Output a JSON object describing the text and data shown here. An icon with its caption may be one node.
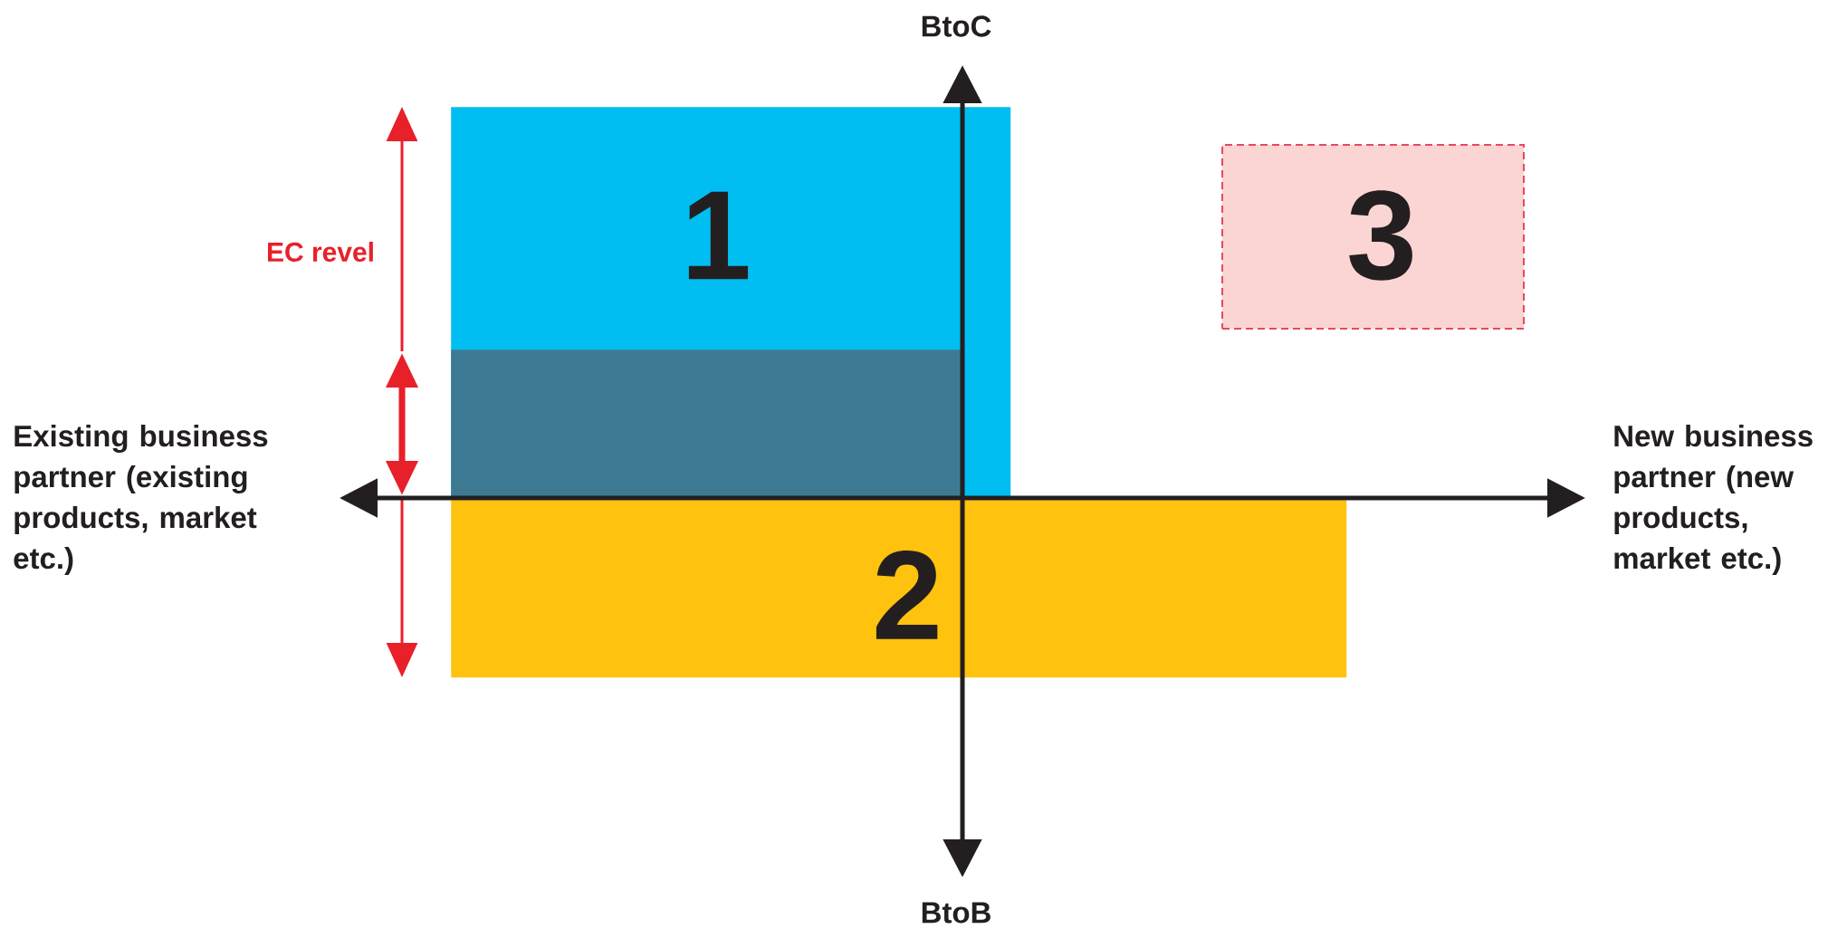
{
  "diagram": {
    "nodes": [
      {
        "text": [
          "1"
        ]
      },
      {
        "text": [],
        "shape": "box",
        "in": 0
      },
      {
        "text": [
          "2"
        ]
      },
      {
        "text": [
          "3"
        ]
      }
    ],
    "labels": [
      "BtoC",
      "EC revel",
      "Existing business partner (existing products, market etc.)",
      "New business partner (new products, market etc.)",
      "BtoB"
    ]
  }
}
